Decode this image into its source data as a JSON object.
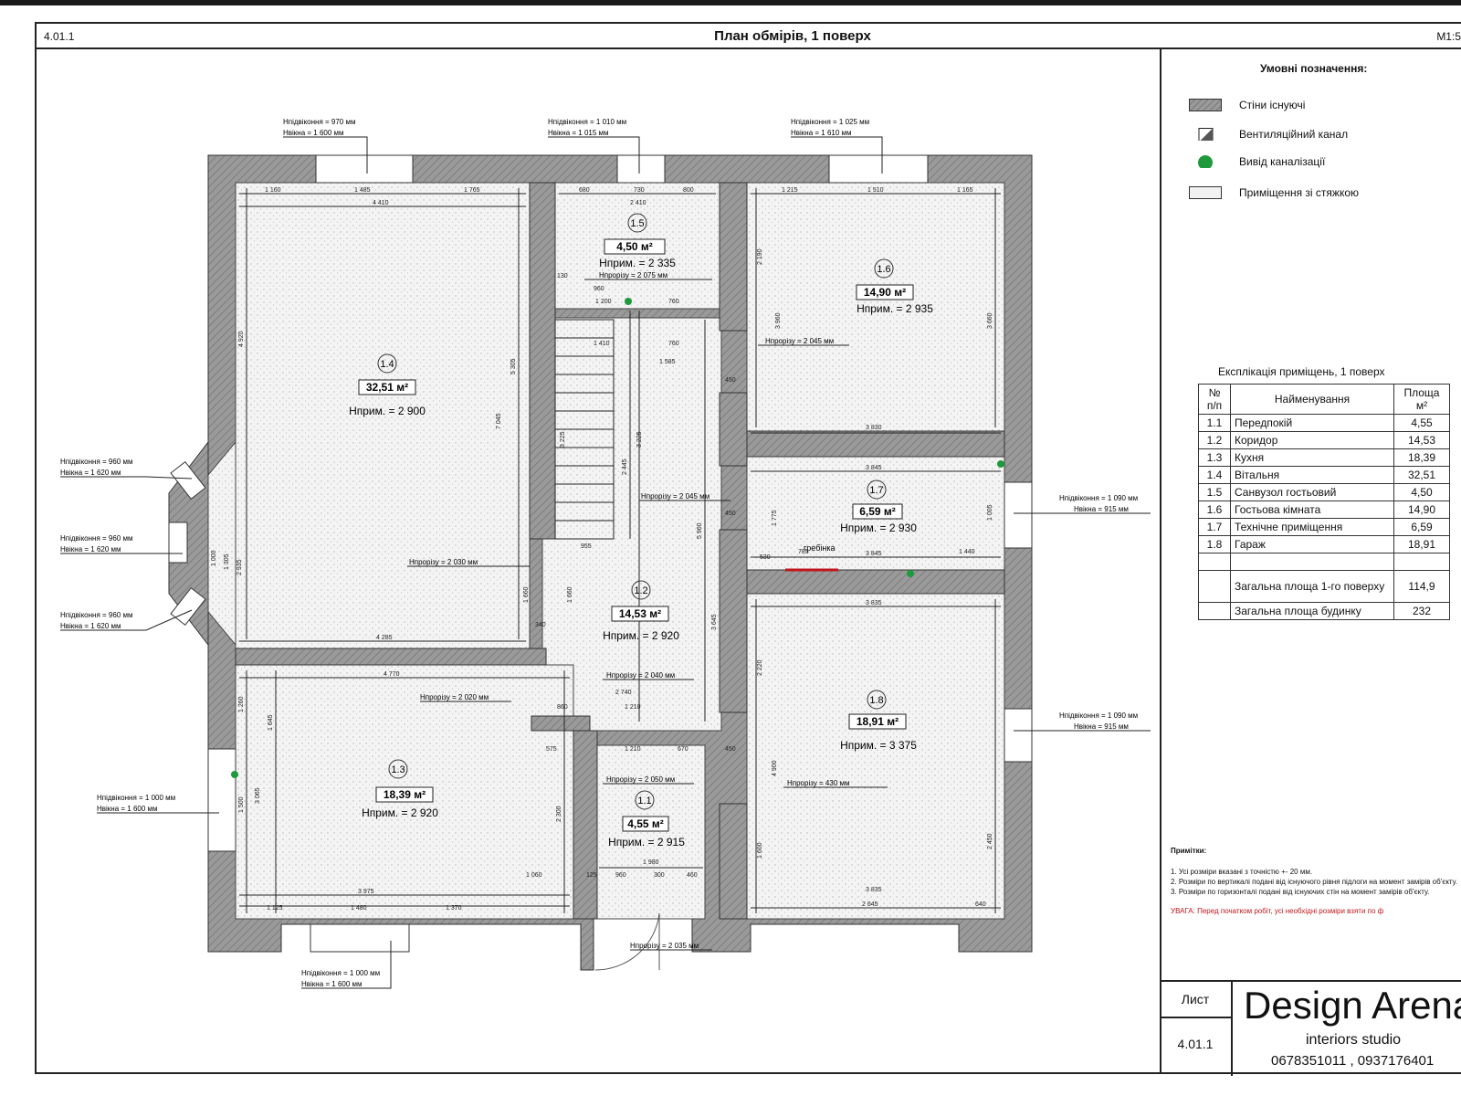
{
  "header": {
    "code": "4.01.1",
    "title": "План обмірів, 1 поверх",
    "scale": "М1:5"
  },
  "legend": {
    "title": "Умовні позначення:",
    "items": [
      {
        "label": "Стіни існуючі",
        "icon": "hatched-wall-swatch"
      },
      {
        "label": "Вентиляційний канал",
        "icon": "ventilation-shaft-icon"
      },
      {
        "label": "Вивід каналізації",
        "icon": "sewer-outlet-icon",
        "color": "#1e9a3c"
      },
      {
        "label": "Приміщення зі стяжкою",
        "icon": "screed-room-swatch"
      }
    ]
  },
  "explication": {
    "title": "Експлікація приміщень, 1 поверх",
    "headers": {
      "num": "№ п/п",
      "name": "Найменування",
      "area": "Площа м²"
    },
    "rows": [
      {
        "num": "1.1",
        "name": "Передпокій",
        "area": "4,55"
      },
      {
        "num": "1.2",
        "name": "Коридор",
        "area": "14,53"
      },
      {
        "num": "1.3",
        "name": "Кухня",
        "area": "18,39"
      },
      {
        "num": "1.4",
        "name": "Вітальня",
        "area": "32,51"
      },
      {
        "num": "1.5",
        "name": "Санвузол гостьовий",
        "area": "4,50"
      },
      {
        "num": "1.6",
        "name": "Гостьова кімната",
        "area": "14,90"
      },
      {
        "num": "1.7",
        "name": "Технічне приміщення",
        "area": "6,59"
      },
      {
        "num": "1.8",
        "name": "Гараж",
        "area": "18,91"
      }
    ],
    "total_floor_label": "Загальна площа 1-го поверху",
    "total_floor_value": "114,9",
    "total_house_label": "Загальна площа будинку",
    "total_house_value": "232"
  },
  "notes": {
    "title": "Примітки:",
    "items": [
      "1. Усі розміри вказані з точністю +- 20 мм.",
      "2. Розміри по вертикалі подані від існуючого рівня підлоги на момент замірів об'єкту.",
      "3. Розміри по горизонталі подані від існуючих стін на момент замірів об'єкту."
    ],
    "warning": "УВАГА: Перед початком робіт, усі необхідні розміри взяти по ф"
  },
  "stamp": {
    "sheet_label": "Лист",
    "sheet_value": "4.01.1",
    "brand": "Design Arena",
    "subtitle": "interiors studio",
    "phones": "0678351011 , 0937176401"
  },
  "plan": {
    "rooms": [
      {
        "id": "1.4",
        "area": "32,51 м²",
        "height": "Hприм. = 2 900"
      },
      {
        "id": "1.5",
        "area": "4,50 м²",
        "height": "Hприм. = 2 335"
      },
      {
        "id": "1.6",
        "area": "14,90 м²",
        "height": "Hприм. = 2 935"
      },
      {
        "id": "1.7",
        "area": "6,59 м²",
        "height": "Hприм. = 2 930"
      },
      {
        "id": "1.2",
        "area": "14,53 м²",
        "height": "Hприм. = 2 920"
      },
      {
        "id": "1.8",
        "area": "18,91 м²",
        "height": "Hприм. = 3 375"
      },
      {
        "id": "1.3",
        "area": "18,39 м²",
        "height": "Hприм. = 2 920"
      },
      {
        "id": "1.1",
        "area": "4,55 м²",
        "height": "Hприм. = 2 915"
      }
    ],
    "window_notes": [
      {
        "sill": "Hпідвіконня = 970 мм",
        "top": "Hвікна = 1 600 мм"
      },
      {
        "sill": "Hпідвіконня = 1 010 мм",
        "top": "Hвікна = 1 015 мм"
      },
      {
        "sill": "Hпідвіконня = 1 025 мм",
        "top": "Hвікна = 1 610 мм"
      },
      {
        "sill": "Hпідвіконня = 960 мм",
        "top": "Hвікна = 1 620 мм"
      },
      {
        "sill": "Hпідвіконня = 960 мм",
        "top": "Hвікна = 1 620 мм"
      },
      {
        "sill": "Hпідвіконня = 960 мм",
        "top": "Hвікна = 1 620 мм"
      },
      {
        "sill": "Hпідвіконня = 1 000 мм",
        "top": "Hвікна = 1 600 мм"
      },
      {
        "sill": "Hпідвіконня = 1 000 мм",
        "top": "Hвікна = 1 600 мм"
      },
      {
        "sill": "Hпідвіконня = 1 090 мм",
        "top": "Hвікна = 915 мм"
      },
      {
        "sill": "Hпідвіконня = 1 090 мм",
        "top": "Hвікна = 915 мм"
      }
    ],
    "door_notes": [
      "Hпрорізу = 2 075 мм",
      "Hпрорізу = 2 045 мм",
      "Hпрорізу = 2 045 мм",
      "Hпрорізу = 2 030 мм",
      "Hпрорізу = 2 040 мм",
      "Hпрорізу = 2 020 мм",
      "Hпрорізу = 2 050 мм",
      "Hпрорізу = 430 мм",
      "Hпрорізу = 2 035 мм"
    ],
    "dimensions": {
      "d1": "1 160",
      "d2": "1 485",
      "d3": "1 765",
      "d4": "4 410",
      "d5": "680",
      "d6": "730",
      "d7": "800",
      "d8": "2 410",
      "d9": "1 215",
      "d10": "1 510",
      "d11": "1 165",
      "d12": "3 830",
      "d13": "3 845",
      "d14": "3 845",
      "d15": "1 440",
      "d16": "785",
      "d17": "3 835",
      "d18": "3 835",
      "d19": "2 645",
      "d20": "640",
      "d21": "4 285",
      "d22": "4 770",
      "d23": "3 975",
      "d24": "1 125",
      "d25": "1 480",
      "d26": "1 370",
      "d27": "2 740",
      "d28": "1 210",
      "d29": "1 210",
      "d30": "1 980",
      "d31": "1 585",
      "d32": "1 410",
      "d33": "955",
      "d34": "1 060",
      "d35": "450",
      "d36": "450",
      "d37": "450",
      "d38": "340",
      "d39": "575",
      "d40": "670",
      "d41": "860",
      "d42": "960",
      "d43": "300",
      "d44": "460",
      "d45": "125",
      "d46": "530",
      "d47": "1 200",
      "d48": "760",
      "d49": "760",
      "d50": "130",
      "d51": "960",
      "v1": "4 920",
      "v2": "5 305",
      "v3": "7 045",
      "v4": "3 225",
      "v5": "3 225",
      "v6": "2 445",
      "v7": "5 960",
      "v8": "2 190",
      "v9": "3 960",
      "v10": "3 660",
      "v11": "1 775",
      "v12": "1 005",
      "v13": "2 220",
      "v14": "4 900",
      "v15": "1 660",
      "v16": "1 660",
      "v17": "1 500",
      "v18": "3 065",
      "v19": "1 645",
      "v20": "1 260",
      "v21": "2 300",
      "v22": "1 600",
      "v23": "2 450",
      "v24": "3 645",
      "v25": "1 000",
      "v26": "1 305",
      "v27": "2 935"
    },
    "label_grebinka": "гребінка"
  }
}
